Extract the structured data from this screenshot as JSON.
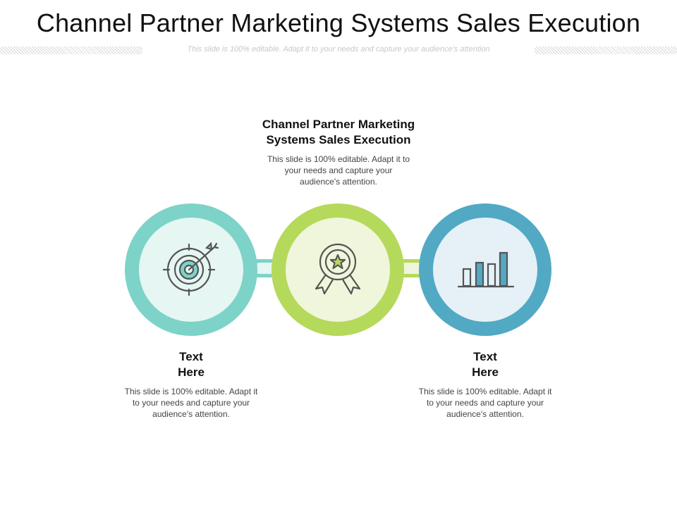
{
  "slide": {
    "title": "Channel Partner Marketing Systems Sales Execution",
    "subtitle": "This slide is 100% editable. Adapt it to your needs and capture your audience's attention"
  },
  "blocks": {
    "top": {
      "heading_line1": "Channel Partner Marketing",
      "heading_line2": "Systems Sales Execution",
      "body": "This slide is 100% editable. Adapt it to your needs and capture your audience's attention."
    },
    "left": {
      "heading_line1": "Text",
      "heading_line2": "Here",
      "body": "This slide is 100% editable. Adapt it to your needs and capture your audience's attention."
    },
    "right": {
      "heading_line1": "Text",
      "heading_line2": "Here",
      "body": "This slide is 100% editable. Adapt it to your needs and capture your audience's attention."
    }
  },
  "nodes": [
    {
      "icon": "target-icon",
      "ring_color": "#7dd3c8",
      "fill_color": "#e5f6f3",
      "accent_color": "#7dd3c8"
    },
    {
      "icon": "award-badge-icon",
      "ring_color": "#b5d95a",
      "fill_color": "#eff6dc",
      "accent_color": "#b5d95a"
    },
    {
      "icon": "bar-chart-icon",
      "ring_color": "#52a9c3",
      "fill_color": "#e5f1f6",
      "accent_color": "#52a9c3"
    }
  ],
  "icon_stroke_color": "#555555"
}
